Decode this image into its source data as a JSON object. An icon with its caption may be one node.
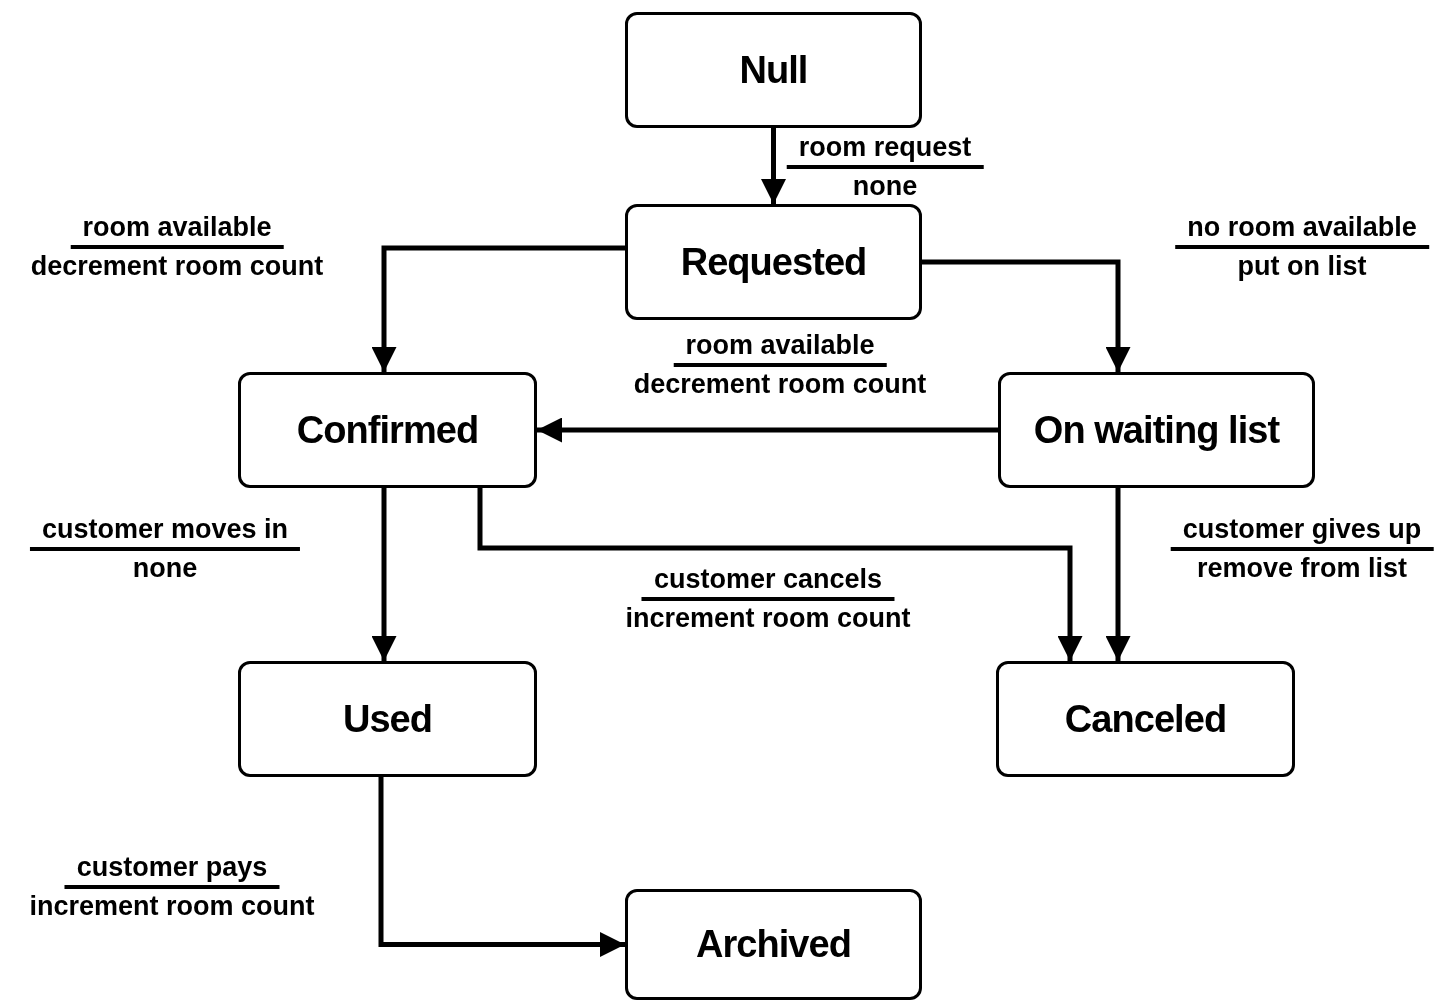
{
  "diagram": {
    "nodes": [
      {
        "text": [
          "Null"
        ]
      },
      {
        "text": [
          "Requested"
        ]
      },
      {
        "text": [
          "Confirmed"
        ]
      },
      {
        "text": [
          "On waiting list"
        ]
      },
      {
        "text": [
          "Used"
        ]
      },
      {
        "text": [
          "Canceled"
        ]
      },
      {
        "text": [
          "Archived"
        ]
      }
    ],
    "edges": [
      {
        "from": 0,
        "to": 1,
        "arrow": "to",
        "label": "room request"
      },
      {
        "from": 1,
        "to": 2,
        "arrow": "to",
        "label": "room available"
      },
      {
        "from": 1,
        "to": 3,
        "arrow": "to",
        "label": "no room available"
      },
      {
        "from": 3,
        "to": 2,
        "arrow": "to",
        "label": "room available"
      },
      {
        "from": 2,
        "to": 4,
        "arrow": "to",
        "label": "customer moves in"
      },
      {
        "from": 2,
        "to": 5,
        "arrow": "to",
        "label": "customer cancels"
      },
      {
        "from": 3,
        "to": 5,
        "arrow": "to",
        "label": "customer gives up"
      },
      {
        "from": 4,
        "to": 6,
        "arrow": "to",
        "label": "customer pays"
      }
    ],
    "labels": [
      "none",
      "decrement room count",
      "put on list",
      "decrement room count",
      "none",
      "increment room count",
      "remove from list",
      "increment room count"
    ]
  }
}
